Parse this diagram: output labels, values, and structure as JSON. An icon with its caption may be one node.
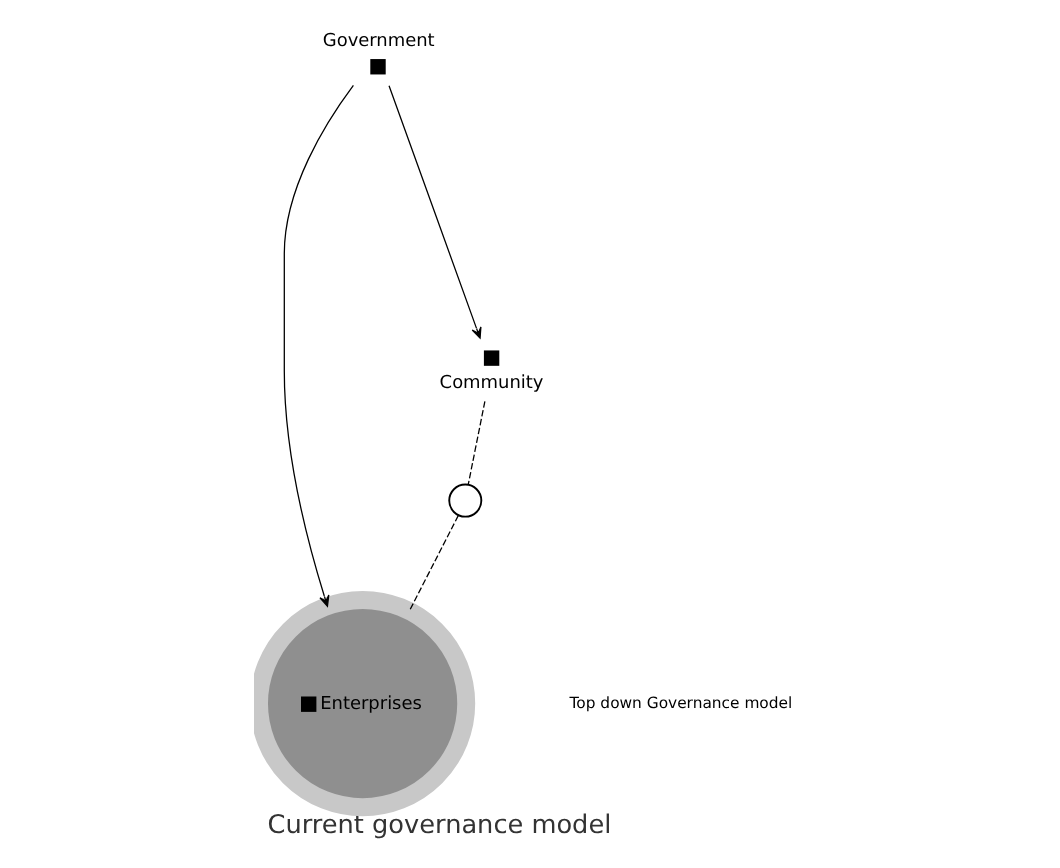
{
  "diagram": {
    "caption": "Current governance model",
    "nodes": [
      {
        "text": [
          "Government"
        ]
      },
      {
        "text": [
          "Enterprises"
        ]
      },
      {
        "text": [],
        "shape": "circle"
      },
      {
        "text": [
          "Community"
        ]
      }
    ],
    "edges": [
      {
        "from": 0,
        "to": 3,
        "arrow": "to"
      },
      {
        "from": 0,
        "to": 1,
        "arrow": "to"
      },
      {
        "from": 3,
        "to": 2,
        "arrow": "none",
        "style": "dashed"
      },
      {
        "from": 2,
        "to": 1,
        "arrow": "none",
        "style": "dashed"
      }
    ],
    "labels": [
      "Top down Governance model"
    ]
  }
}
